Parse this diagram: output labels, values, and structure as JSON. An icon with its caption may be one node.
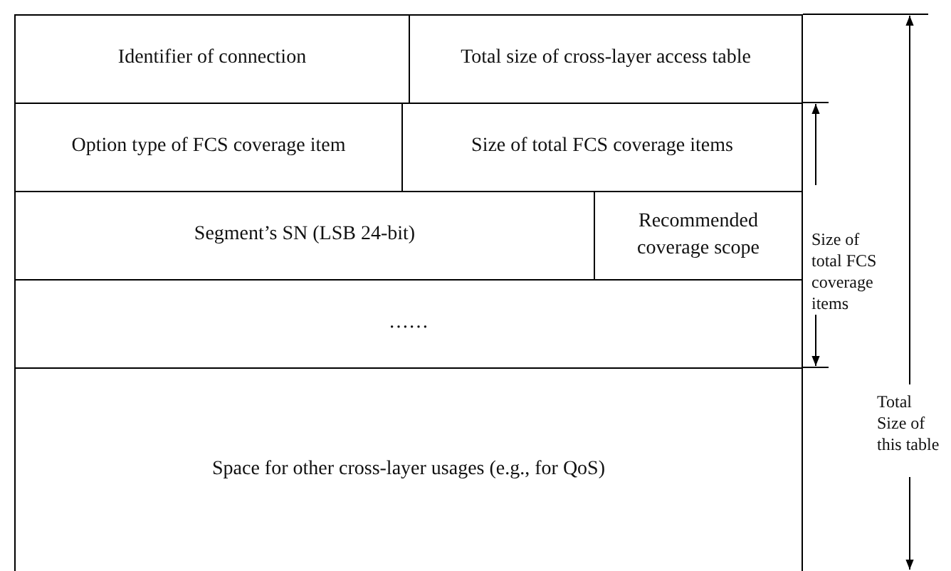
{
  "diagram": {
    "nodes": [
      {
        "text": [
          "Identifier of connection"
        ]
      },
      {
        "text": [
          "Total size of cross-layer access table"
        ]
      },
      {
        "text": [
          "Option type of FCS coverage item"
        ]
      },
      {
        "text": [
          "Size of total FCS coverage items"
        ]
      },
      {
        "text": [
          "Segment’s SN (LSB 24-bit)"
        ]
      },
      {
        "text": [
          "Recommended coverage scope"
        ]
      },
      {
        "text": [
          "……"
        ]
      },
      {
        "text": [
          "Space for other cross-layer usages (e.g., for QoS)"
        ]
      }
    ],
    "labels": [
      "Size of total FCS coverage items",
      "Total Size of this table"
    ]
  }
}
